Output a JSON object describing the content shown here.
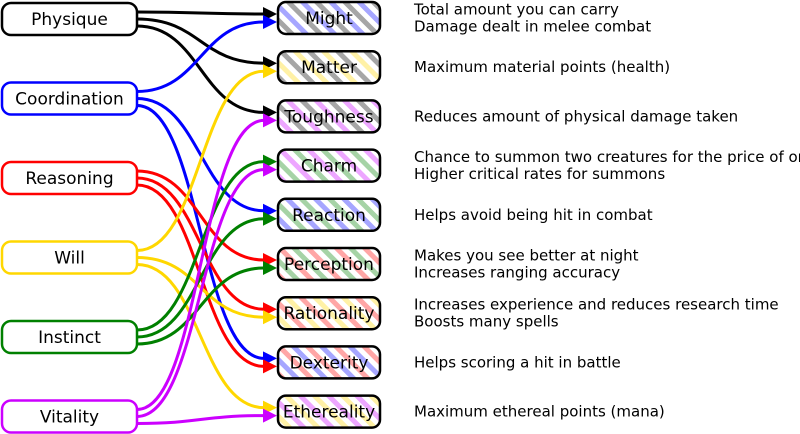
{
  "primaries": [
    {
      "id": "physique",
      "label": "Physique",
      "color": "#000000"
    },
    {
      "id": "coordination",
      "label": "Coordination",
      "color": "#0000ff"
    },
    {
      "id": "reasoning",
      "label": "Reasoning",
      "color": "#ff0000"
    },
    {
      "id": "will",
      "label": "Will",
      "color": "#ffd700"
    },
    {
      "id": "instinct",
      "label": "Instinct",
      "color": "#008000"
    },
    {
      "id": "vitality",
      "label": "Vitality",
      "color": "#cc00ff"
    }
  ],
  "derived": [
    {
      "id": "might",
      "label": "Might",
      "colors": [
        "#000000",
        "#0000ff"
      ],
      "desc": [
        "Total amount you can carry",
        "Damage dealt in melee combat"
      ]
    },
    {
      "id": "matter",
      "label": "Matter",
      "colors": [
        "#000000",
        "#ffd700"
      ],
      "desc": [
        "Maximum material points (health)"
      ]
    },
    {
      "id": "toughness",
      "label": "Toughness",
      "colors": [
        "#000000",
        "#cc00ff"
      ],
      "desc": [
        "Reduces amount of physical damage taken"
      ]
    },
    {
      "id": "charm",
      "label": "Charm",
      "colors": [
        "#008000",
        "#cc00ff"
      ],
      "desc": [
        "Chance to summon two creatures for the price of one",
        "Higher critical rates for summons"
      ]
    },
    {
      "id": "reaction",
      "label": "Reaction",
      "colors": [
        "#0000ff",
        "#008000"
      ],
      "desc": [
        "Helps avoid being hit in combat"
      ]
    },
    {
      "id": "perception",
      "label": "Perception",
      "colors": [
        "#ff0000",
        "#008000"
      ],
      "desc": [
        "Makes you see better at night",
        "Increases ranging accuracy"
      ]
    },
    {
      "id": "rationality",
      "label": "Rationality",
      "colors": [
        "#ff0000",
        "#ffd700"
      ],
      "desc": [
        "Increases experience and reduces research time",
        "Boosts many spells"
      ]
    },
    {
      "id": "dexterity",
      "label": "Dexterity",
      "colors": [
        "#0000ff",
        "#ff0000"
      ],
      "desc": [
        "Helps scoring a hit in battle"
      ]
    },
    {
      "id": "ethereality",
      "label": "Ethereality",
      "colors": [
        "#ffd700",
        "#cc00ff"
      ],
      "desc": [
        "Maximum ethereal points (mana)"
      ]
    }
  ],
  "links": [
    [
      "physique",
      "might"
    ],
    [
      "physique",
      "matter"
    ],
    [
      "physique",
      "toughness"
    ],
    [
      "coordination",
      "might"
    ],
    [
      "coordination",
      "reaction"
    ],
    [
      "coordination",
      "dexterity"
    ],
    [
      "reasoning",
      "perception"
    ],
    [
      "reasoning",
      "rationality"
    ],
    [
      "reasoning",
      "dexterity"
    ],
    [
      "will",
      "matter"
    ],
    [
      "will",
      "rationality"
    ],
    [
      "will",
      "ethereality"
    ],
    [
      "instinct",
      "charm"
    ],
    [
      "instinct",
      "reaction"
    ],
    [
      "instinct",
      "perception"
    ],
    [
      "vitality",
      "toughness"
    ],
    [
      "vitality",
      "charm"
    ],
    [
      "vitality",
      "ethereality"
    ]
  ]
}
